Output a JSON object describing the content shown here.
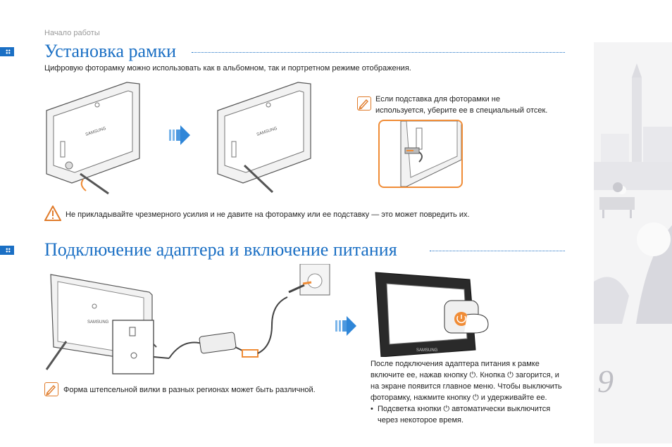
{
  "breadcrumb": "Начало работы",
  "section1": {
    "title": "Установка рамки",
    "intro": "Цифровую фоторамку можно использовать как в альбомном, так и портретном режиме отображения.",
    "note_line1": "Если подставка для фоторамки не",
    "note_line2": "используется, уберите ее в специальный отсек.",
    "warning": "Не прикладывайте чрезмерного усилия и не давите на фоторамку или ее подставку — это может повредить их.",
    "brand_label": "SAMSUNG"
  },
  "section2": {
    "title": "Подключение адаптера и включение питания",
    "note": "Форма штепсельной вилки в разных регионах может быть различной.",
    "desc_line1": "После подключения адаптера питания к рамке",
    "desc_line2": "включите ее, нажав кнопку ⏻. Кнопка ⏻ загорится, и",
    "desc_line3": "на экране появится главное меню. Чтобы выключить",
    "desc_line4": "фоторамку, нажмите кнопку ⏻ и удерживайте ее.",
    "bullet_line1": "Подсветка кнопки ⏻ автоматически выключится",
    "bullet_line2": "через некоторое время.",
    "brand_label": "SAMSUNG"
  },
  "page_number": "9",
  "colors": {
    "accent": "#1a6fc4",
    "highlight": "#f08c36"
  },
  "icons": [
    "section-marker-icon",
    "note-pencil-icon",
    "warning-icon",
    "arrow-right-icon",
    "power-icon"
  ]
}
